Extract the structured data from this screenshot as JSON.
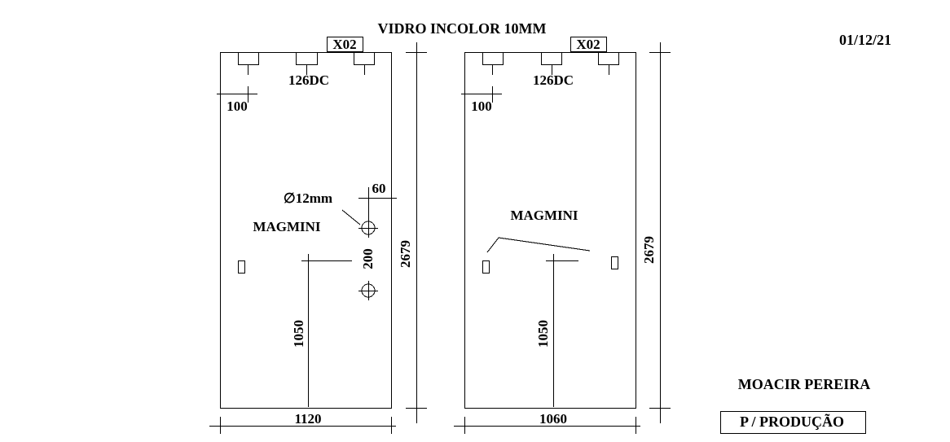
{
  "header": {
    "title": "VIDRO INCOLOR 10MM",
    "date": "01/12/21"
  },
  "panels": [
    {
      "tag": "X02",
      "hinge_label": "126DC",
      "edge_offset": "100",
      "hole_diameter": "∅12mm",
      "hole_offset": "60",
      "hole_spacing": "200",
      "lock_label": "MAGMINI",
      "handle_height": "1050",
      "width": "1120",
      "height": "2679"
    },
    {
      "tag": "X02",
      "hinge_label": "126DC",
      "edge_offset": "100",
      "lock_label": "MAGMINI",
      "handle_height": "1050",
      "width": "1060",
      "height": "2679"
    }
  ],
  "footer": {
    "client": "MOACIR PEREIRA",
    "stamp": "P / PRODUÇÃO"
  }
}
